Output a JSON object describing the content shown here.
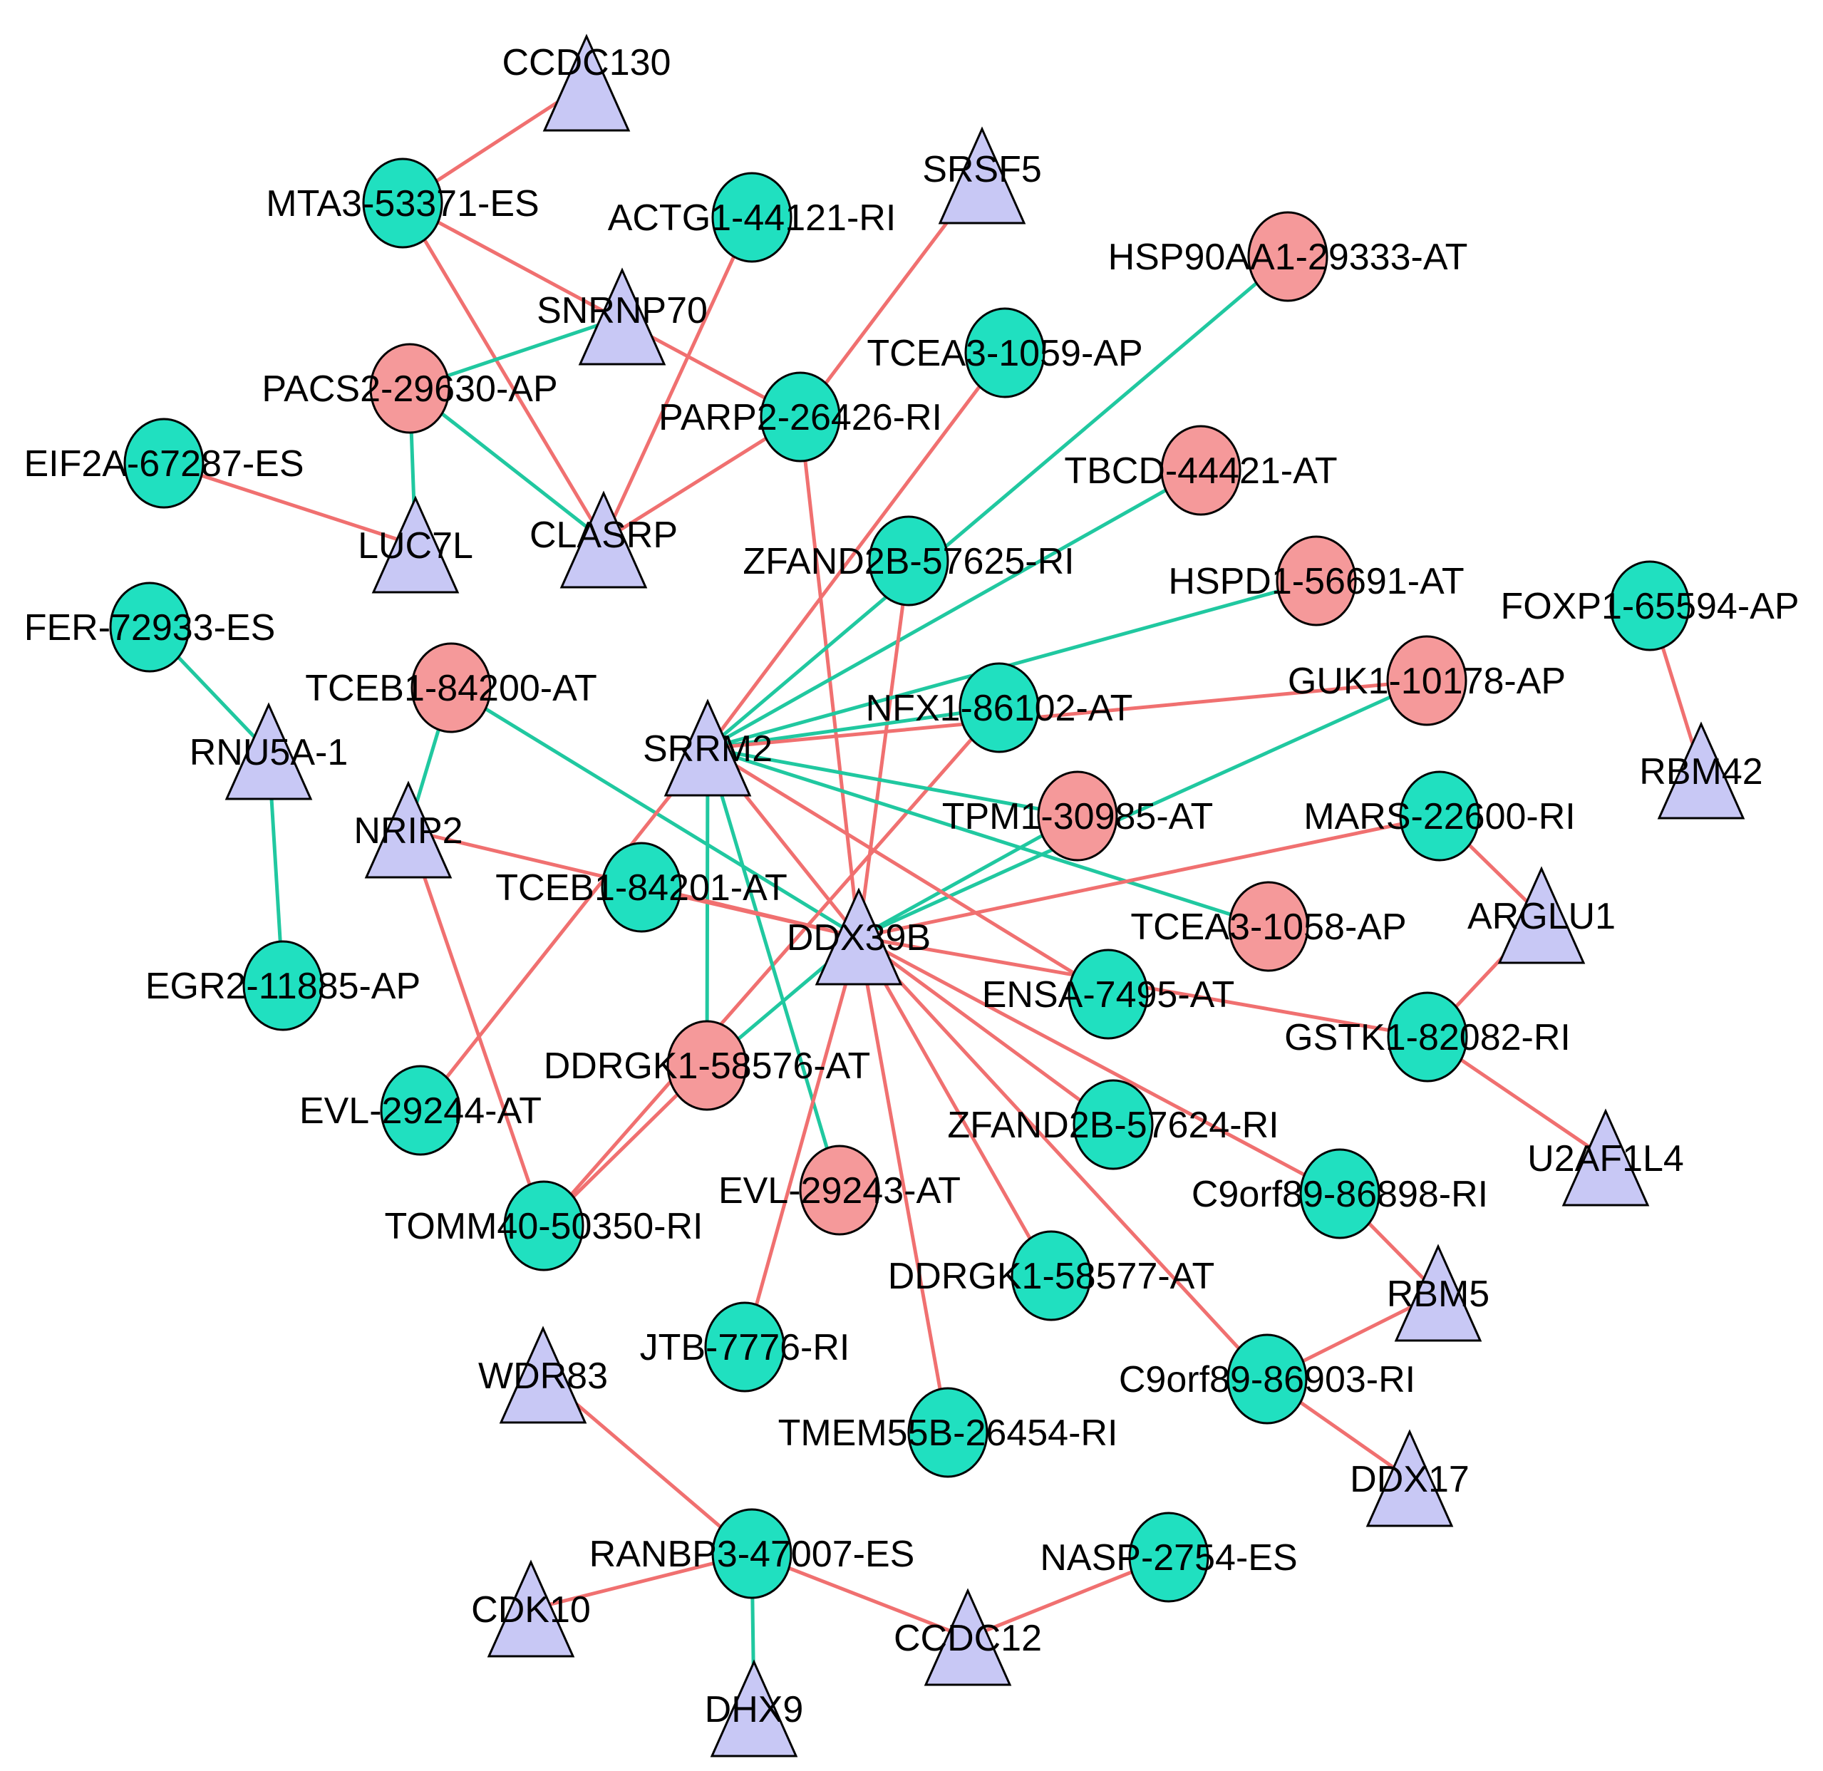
{
  "colors": {
    "circle_teal": "#20E0C0",
    "circle_red": "#F5999A",
    "triangle": "#C8C8F5",
    "edge_red": "#F07070",
    "edge_green": "#20C8A0",
    "outline": "#000000"
  },
  "nodes": [
    {
      "id": "CCDC130",
      "label": "CCDC130",
      "shape": "triangle"
    },
    {
      "id": "SRSF5",
      "label": "SRSF5",
      "shape": "triangle"
    },
    {
      "id": "SNRNP70",
      "label": "SNRNP70",
      "shape": "triangle"
    },
    {
      "id": "LUC7L",
      "label": "LUC7L",
      "shape": "triangle"
    },
    {
      "id": "CLASRP",
      "label": "CLASRP",
      "shape": "triangle"
    },
    {
      "id": "RNU5A-1",
      "label": "RNU5A-1",
      "shape": "triangle"
    },
    {
      "id": "SRRM2",
      "label": "SRRM2",
      "shape": "triangle"
    },
    {
      "id": "NRIP2",
      "label": "NRIP2",
      "shape": "triangle"
    },
    {
      "id": "DDX39B",
      "label": "DDX39B",
      "shape": "triangle"
    },
    {
      "id": "RBM42",
      "label": "RBM42",
      "shape": "triangle"
    },
    {
      "id": "ARGLU1",
      "label": "ARGLU1",
      "shape": "triangle"
    },
    {
      "id": "U2AF1L4",
      "label": "U2AF1L4",
      "shape": "triangle"
    },
    {
      "id": "RBM5",
      "label": "RBM5",
      "shape": "triangle"
    },
    {
      "id": "DDX17",
      "label": "DDX17",
      "shape": "triangle"
    },
    {
      "id": "WDR83",
      "label": "WDR83",
      "shape": "triangle"
    },
    {
      "id": "CDK10",
      "label": "CDK10",
      "shape": "triangle"
    },
    {
      "id": "DHX9",
      "label": "DHX9",
      "shape": "triangle"
    },
    {
      "id": "CCDC12",
      "label": "CCDC12",
      "shape": "triangle"
    },
    {
      "id": "MTA3",
      "label": "MTA3-53371-ES",
      "shape": "circle",
      "color": "teal"
    },
    {
      "id": "ACTG1",
      "label": "ACTG1-44121-RI",
      "shape": "circle",
      "color": "teal"
    },
    {
      "id": "HSP90AA1",
      "label": "HSP90AA1-29333-AT",
      "shape": "circle",
      "color": "red"
    },
    {
      "id": "TCEA3_1059",
      "label": "TCEA3-1059-AP",
      "shape": "circle",
      "color": "teal"
    },
    {
      "id": "PACS2",
      "label": "PACS2-29630-AP",
      "shape": "circle",
      "color": "red"
    },
    {
      "id": "PARP2",
      "label": "PARP2-26426-RI",
      "shape": "circle",
      "color": "teal"
    },
    {
      "id": "EIF2A",
      "label": "EIF2A-67287-ES",
      "shape": "circle",
      "color": "teal"
    },
    {
      "id": "TBCD",
      "label": "TBCD-44421-AT",
      "shape": "circle",
      "color": "red"
    },
    {
      "id": "ZFAND2B_57625",
      "label": "ZFAND2B-57625-RI",
      "shape": "circle",
      "color": "teal"
    },
    {
      "id": "HSPD1",
      "label": "HSPD1-56691-AT",
      "shape": "circle",
      "color": "red"
    },
    {
      "id": "FOXP1",
      "label": "FOXP1-65594-AP",
      "shape": "circle",
      "color": "teal"
    },
    {
      "id": "FER",
      "label": "FER-72933-ES",
      "shape": "circle",
      "color": "teal"
    },
    {
      "id": "TCEB1_84200",
      "label": "TCEB1-84200-AT",
      "shape": "circle",
      "color": "red"
    },
    {
      "id": "GUK1",
      "label": "GUK1-10178-AP",
      "shape": "circle",
      "color": "red"
    },
    {
      "id": "NFX1",
      "label": "NFX1-86102-AT",
      "shape": "circle",
      "color": "teal"
    },
    {
      "id": "TPM1",
      "label": "TPM1-30985-AT",
      "shape": "circle",
      "color": "red"
    },
    {
      "id": "MARS",
      "label": "MARS-22600-RI",
      "shape": "circle",
      "color": "teal"
    },
    {
      "id": "TCEB1_84201",
      "label": "TCEB1-84201-AT",
      "shape": "circle",
      "color": "teal"
    },
    {
      "id": "TCEA3_1058",
      "label": "TCEA3-1058-AP",
      "shape": "circle",
      "color": "red"
    },
    {
      "id": "EGR2",
      "label": "EGR2-11885-AP",
      "shape": "circle",
      "color": "teal"
    },
    {
      "id": "ENSA",
      "label": "ENSA-7495-AT",
      "shape": "circle",
      "color": "teal"
    },
    {
      "id": "GSTK1",
      "label": "GSTK1-82082-RI",
      "shape": "circle",
      "color": "teal"
    },
    {
      "id": "DDRGK1_58576",
      "label": "DDRGK1-58576-AT",
      "shape": "circle",
      "color": "red"
    },
    {
      "id": "EVL_29244",
      "label": "EVL-29244-AT",
      "shape": "circle",
      "color": "teal"
    },
    {
      "id": "ZFAND2B_57624",
      "label": "ZFAND2B-57624-RI",
      "shape": "circle",
      "color": "teal"
    },
    {
      "id": "C9orf89_86898",
      "label": "C9orf89-86898-RI",
      "shape": "circle",
      "color": "teal"
    },
    {
      "id": "EVL_29243",
      "label": "EVL-29243-AT",
      "shape": "circle",
      "color": "red"
    },
    {
      "id": "TOMM40",
      "label": "TOMM40-50350-RI",
      "shape": "circle",
      "color": "teal"
    },
    {
      "id": "DDRGK1_58577",
      "label": "DDRGK1-58577-AT",
      "shape": "circle",
      "color": "teal"
    },
    {
      "id": "JTB",
      "label": "JTB-7776-RI",
      "shape": "circle",
      "color": "teal"
    },
    {
      "id": "C9orf89_86903",
      "label": "C9orf89-86903-RI",
      "shape": "circle",
      "color": "teal"
    },
    {
      "id": "TMEM55B",
      "label": "TMEM55B-26454-RI",
      "shape": "circle",
      "color": "teal"
    },
    {
      "id": "RANBP3",
      "label": "RANBP3-47007-ES",
      "shape": "circle",
      "color": "teal"
    },
    {
      "id": "NASP",
      "label": "NASP-2754-ES",
      "shape": "circle",
      "color": "teal"
    }
  ],
  "edges": [
    {
      "from": "MTA3",
      "to": "CCDC130",
      "color": "red"
    },
    {
      "from": "MTA3",
      "to": "CLASRP",
      "color": "red"
    },
    {
      "from": "MTA3",
      "to": "PARP2",
      "color": "red"
    },
    {
      "from": "ACTG1",
      "to": "CLASRP",
      "color": "red"
    },
    {
      "from": "SRSF5",
      "to": "PARP2",
      "color": "red"
    },
    {
      "from": "PACS2",
      "to": "SNRNP70",
      "color": "green"
    },
    {
      "from": "PACS2",
      "to": "LUC7L",
      "color": "green"
    },
    {
      "from": "PACS2",
      "to": "CLASRP",
      "color": "green"
    },
    {
      "from": "PARP2",
      "to": "CLASRP",
      "color": "red"
    },
    {
      "from": "PARP2",
      "to": "DDX39B",
      "color": "red"
    },
    {
      "from": "EIF2A",
      "to": "LUC7L",
      "color": "red"
    },
    {
      "from": "TCEA3_1059",
      "to": "SRRM2",
      "color": "red"
    },
    {
      "from": "HSP90AA1",
      "to": "SRRM2",
      "color": "green"
    },
    {
      "from": "TBCD",
      "to": "SRRM2",
      "color": "green"
    },
    {
      "from": "ZFAND2B_57625",
      "to": "DDX39B",
      "color": "red"
    },
    {
      "from": "HSPD1",
      "to": "SRRM2",
      "color": "green"
    },
    {
      "from": "FOXP1",
      "to": "RBM42",
      "color": "red"
    },
    {
      "from": "FER",
      "to": "RNU5A-1",
      "color": "green"
    },
    {
      "from": "RNU5A-1",
      "to": "EGR2",
      "color": "green"
    },
    {
      "from": "TCEB1_84200",
      "to": "NRIP2",
      "color": "green"
    },
    {
      "from": "TCEB1_84200",
      "to": "DDX39B",
      "color": "green"
    },
    {
      "from": "NFX1",
      "to": "SRRM2",
      "color": "green"
    },
    {
      "from": "NFX1",
      "to": "TOMM40",
      "color": "red"
    },
    {
      "from": "GUK1",
      "to": "SRRM2",
      "color": "red"
    },
    {
      "from": "GUK1",
      "to": "DDX39B",
      "color": "green"
    },
    {
      "from": "TPM1",
      "to": "SRRM2",
      "color": "green"
    },
    {
      "from": "TPM1",
      "to": "DDX39B",
      "color": "green"
    },
    {
      "from": "SRRM2",
      "to": "TCEA3_1058",
      "color": "green"
    },
    {
      "from": "SRRM2",
      "to": "ENSA",
      "color": "red"
    },
    {
      "from": "SRRM2",
      "to": "DDRGK1_58576",
      "color": "green"
    },
    {
      "from": "SRRM2",
      "to": "EVL_29243",
      "color": "green"
    },
    {
      "from": "SRRM2",
      "to": "EVL_29244",
      "color": "red"
    },
    {
      "from": "SRRM2",
      "to": "DDX39B",
      "color": "red"
    },
    {
      "from": "NRIP2",
      "to": "DDX39B",
      "color": "red"
    },
    {
      "from": "NRIP2",
      "to": "TOMM40",
      "color": "red"
    },
    {
      "from": "TCEB1_84201",
      "to": "DDX39B",
      "color": "red"
    },
    {
      "from": "MARS",
      "to": "DDX39B",
      "color": "red"
    },
    {
      "from": "MARS",
      "to": "ARGLU1",
      "color": "red"
    },
    {
      "from": "DDX39B",
      "to": "GSTK1",
      "color": "red"
    },
    {
      "from": "DDX39B",
      "to": "DDRGK1_58576",
      "color": "green"
    },
    {
      "from": "DDX39B",
      "to": "ZFAND2B_57624",
      "color": "red"
    },
    {
      "from": "DDX39B",
      "to": "C9orf89_86898",
      "color": "red"
    },
    {
      "from": "DDX39B",
      "to": "C9orf89_86903",
      "color": "red"
    },
    {
      "from": "DDX39B",
      "to": "DDRGK1_58577",
      "color": "red"
    },
    {
      "from": "DDX39B",
      "to": "TMEM55B",
      "color": "red"
    },
    {
      "from": "DDX39B",
      "to": "JTB",
      "color": "red"
    },
    {
      "from": "ARGLU1",
      "to": "GSTK1",
      "color": "red"
    },
    {
      "from": "GSTK1",
      "to": "U2AF1L4",
      "color": "red"
    },
    {
      "from": "DDRGK1_58576",
      "to": "TOMM40",
      "color": "red"
    },
    {
      "from": "C9orf89_86898",
      "to": "RBM5",
      "color": "red"
    },
    {
      "from": "C9orf89_86903",
      "to": "RBM5",
      "color": "red"
    },
    {
      "from": "C9orf89_86903",
      "to": "DDX17",
      "color": "red"
    },
    {
      "from": "WDR83",
      "to": "RANBP3",
      "color": "red"
    },
    {
      "from": "RANBP3",
      "to": "CDK10",
      "color": "red"
    },
    {
      "from": "RANBP3",
      "to": "DHX9",
      "color": "green"
    },
    {
      "from": "RANBP3",
      "to": "CCDC12",
      "color": "red"
    },
    {
      "from": "NASP",
      "to": "CCDC12",
      "color": "red"
    }
  ]
}
